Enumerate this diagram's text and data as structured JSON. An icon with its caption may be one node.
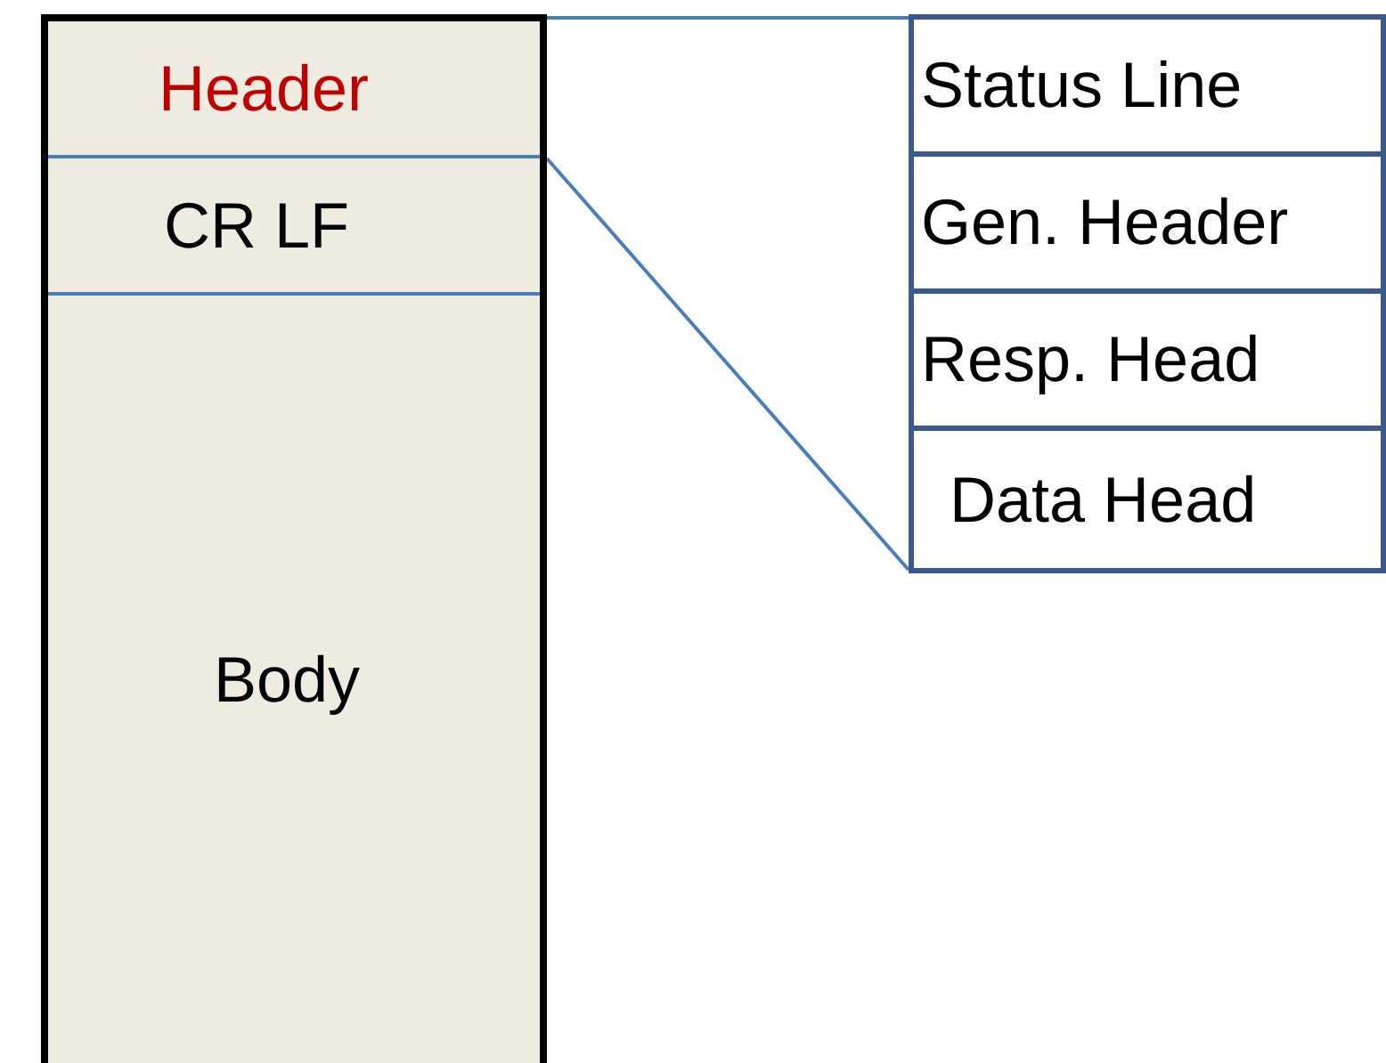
{
  "diagram": {
    "nodes": [
      {
        "text": [],
        "shape": "box"
      },
      {
        "text": [
          "Header"
        ],
        "in": 0
      },
      {
        "text": [
          "CR LF"
        ],
        "in": 0
      },
      {
        "text": [
          "Body"
        ],
        "in": 0
      },
      {
        "text": [],
        "shape": "box"
      },
      {
        "text": [
          "Status Line"
        ],
        "in": 4
      },
      {
        "text": [
          "Gen. Header"
        ],
        "in": 4
      },
      {
        "text": [
          "Resp. Head"
        ],
        "in": 4
      },
      {
        "text": [
          "Data Head"
        ],
        "in": 4
      }
    ],
    "edges": [
      {
        "from": 1,
        "to": 4,
        "arrow": "none"
      },
      {
        "from": 1,
        "to": 4,
        "arrow": "none"
      }
    ]
  }
}
